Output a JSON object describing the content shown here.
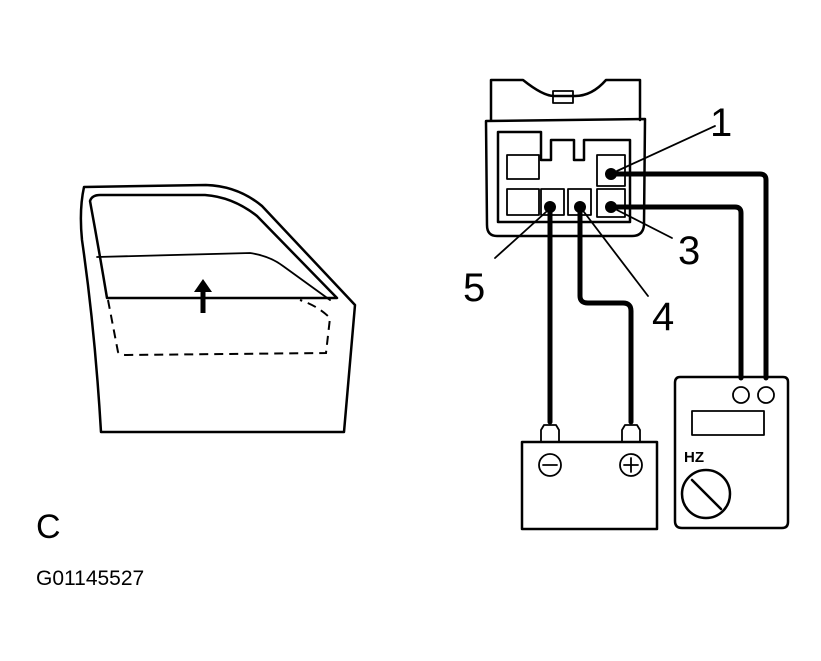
{
  "figure": {
    "letter": "C",
    "code": "G01145527"
  },
  "connector": {
    "terminal_labels": {
      "t1": "1",
      "t3": "3",
      "t4": "4",
      "t5": "5"
    }
  },
  "battery": {
    "negative_symbol": "⊖",
    "positive_symbol": "⊕"
  },
  "meter": {
    "mode_label": "HZ"
  }
}
